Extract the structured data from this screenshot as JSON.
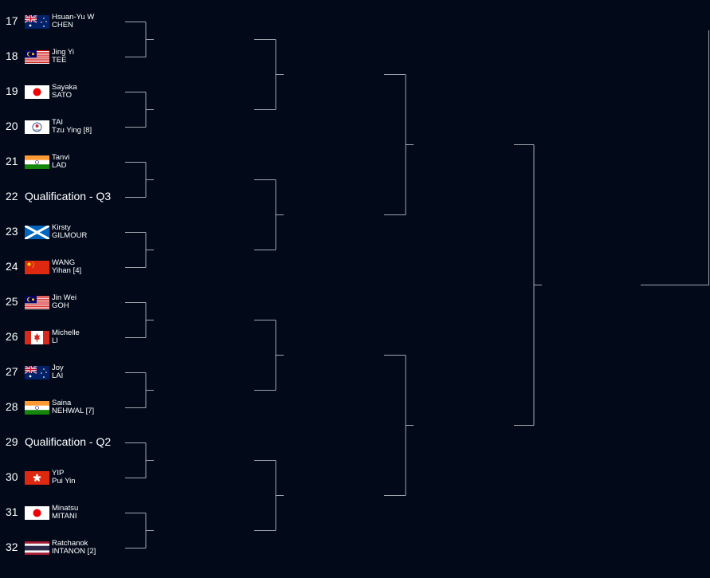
{
  "colors": {
    "background": "#020a1a",
    "line": "#a0a4ab"
  },
  "entries": [
    {
      "seed": "17",
      "first": "Hsuan-Yu W",
      "last": "CHEN",
      "flag": "australia-flag"
    },
    {
      "seed": "18",
      "first": "Jing Yi",
      "last": "TEE",
      "flag": "malaysia-flag"
    },
    {
      "seed": "19",
      "first": "Sayaka",
      "last": "SATO",
      "flag": "japan-flag"
    },
    {
      "seed": "20",
      "first": "TAI",
      "last": "Tzu Ying [8]",
      "flag": "chinese-taipei-flag"
    },
    {
      "seed": "21",
      "first": "Tanvi",
      "last": "LAD",
      "flag": "india-flag"
    },
    {
      "seed": "22",
      "qualifier": "Qualification - Q3"
    },
    {
      "seed": "23",
      "first": "Kirsty",
      "last": "GILMOUR",
      "flag": "scotland-flag"
    },
    {
      "seed": "24",
      "first": "WANG",
      "last": "Yihan [4]",
      "flag": "china-flag"
    },
    {
      "seed": "25",
      "first": "Jin Wei",
      "last": "GOH",
      "flag": "malaysia-flag"
    },
    {
      "seed": "26",
      "first": "Michelle",
      "last": "LI",
      "flag": "canada-flag"
    },
    {
      "seed": "27",
      "first": "Joy",
      "last": "LAI",
      "flag": "australia-flag"
    },
    {
      "seed": "28",
      "first": "Saina",
      "last": "NEHWAL [7]",
      "flag": "india-flag"
    },
    {
      "seed": "29",
      "qualifier": "Qualification - Q2"
    },
    {
      "seed": "30",
      "first": "YIP",
      "last": "Pui Yin",
      "flag": "hong-kong-flag"
    },
    {
      "seed": "31",
      "first": "Minatsu",
      "last": "MITANI",
      "flag": "japan-flag"
    },
    {
      "seed": "32",
      "first": "Ratchanok",
      "last": "INTANON [2]",
      "flag": "thailand-flag"
    }
  ]
}
